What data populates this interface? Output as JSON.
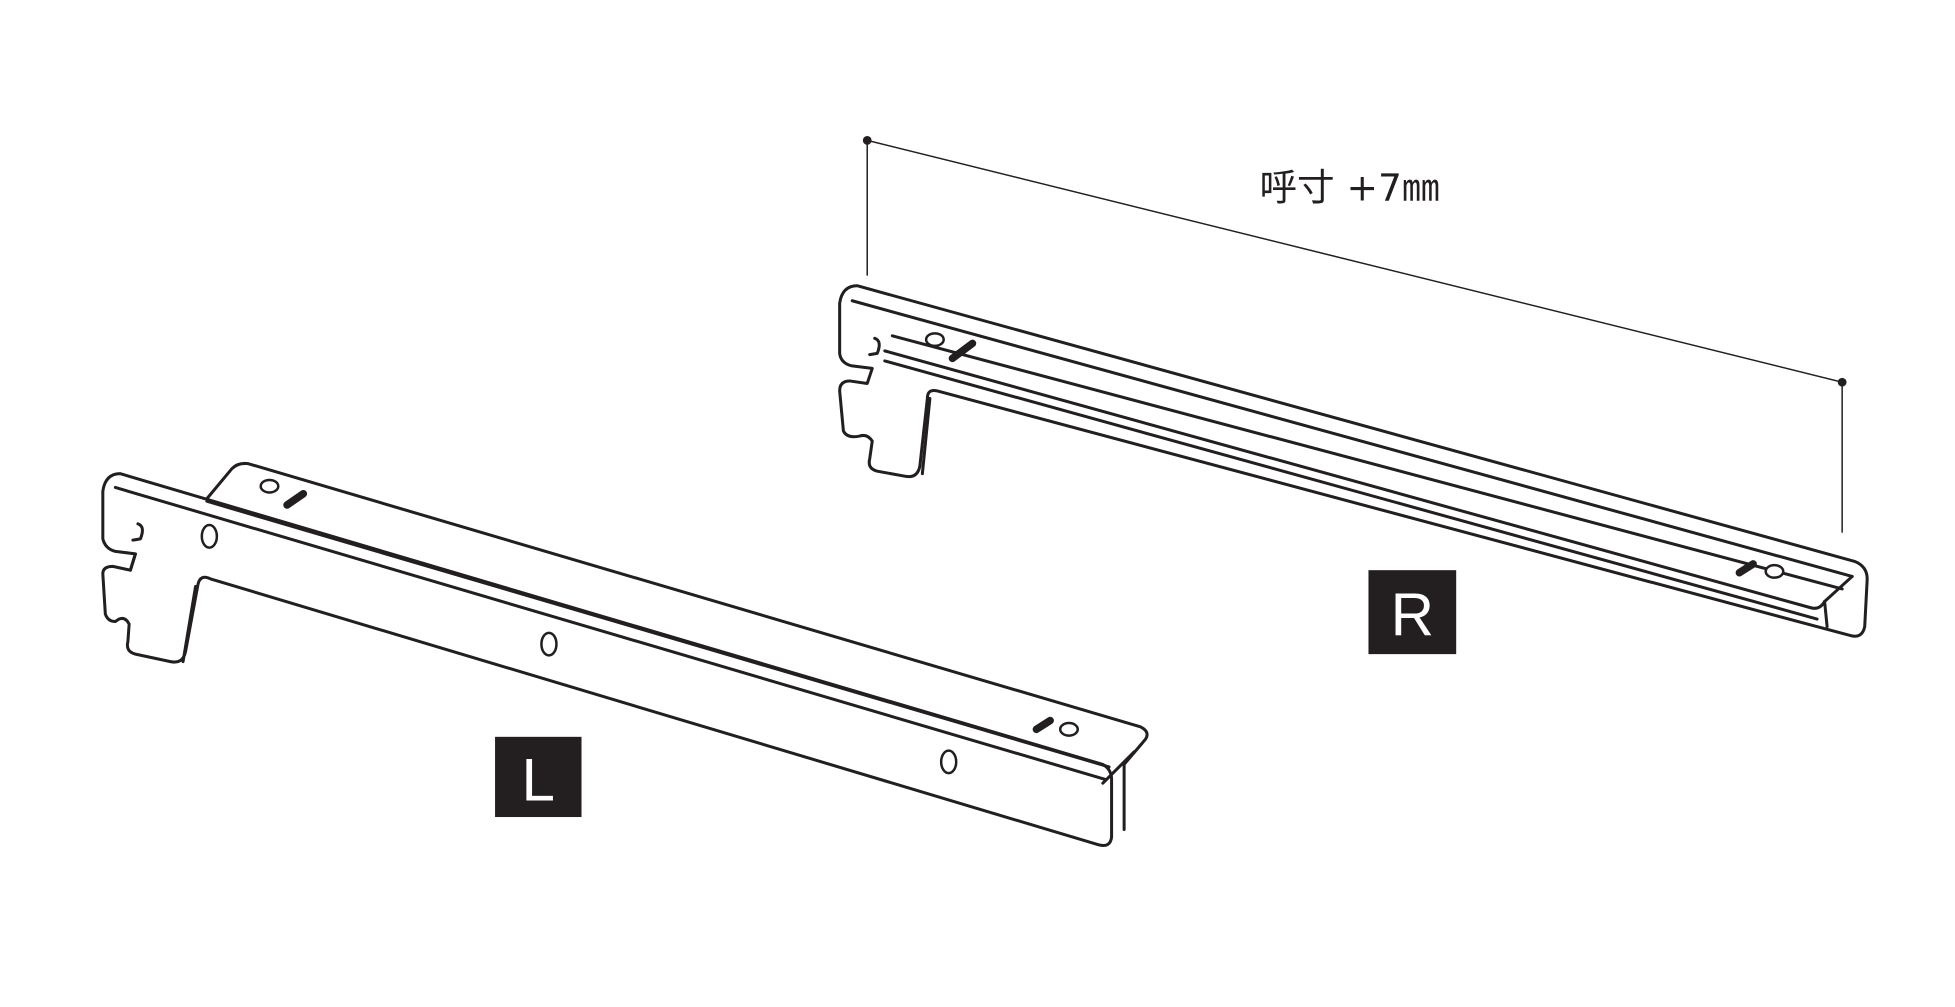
{
  "dimension": {
    "label": "呼寸 +7㎜"
  },
  "brackets": [
    {
      "id": "left",
      "label": "L"
    },
    {
      "id": "right",
      "label": "R"
    }
  ],
  "colors": {
    "line": "#231f20",
    "label_box": "#231f20",
    "label_text": "#ffffff"
  }
}
